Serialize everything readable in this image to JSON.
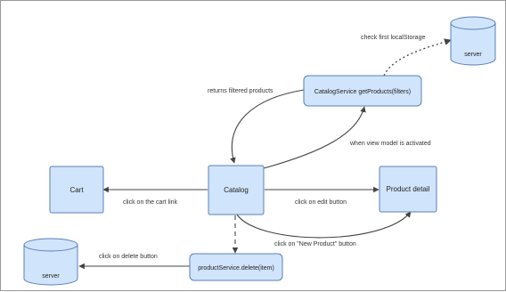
{
  "diagram": {
    "nodes": {
      "cart": "Cart",
      "catalog": "Catalog",
      "product_detail": "Product detail",
      "catalog_service": "CatalogService getProducts(filters)",
      "product_service_delete": "productService.delete(item)",
      "server_top": "server",
      "server_bottom": "server"
    },
    "edges": {
      "check_local_storage": "check first localStorage",
      "returns_filtered_products": "returns filtered products",
      "when_view_model_activated": "when view model is activated",
      "click_cart_link": "click on the cart link",
      "click_edit_button": "click on edit button",
      "click_new_product": "click on \"New Product\" button",
      "click_delete_button": "click on delete button"
    },
    "colors": {
      "node_fill": "#d0e4fb",
      "node_stroke": "#5a7fb8",
      "edge": "#444444"
    }
  }
}
